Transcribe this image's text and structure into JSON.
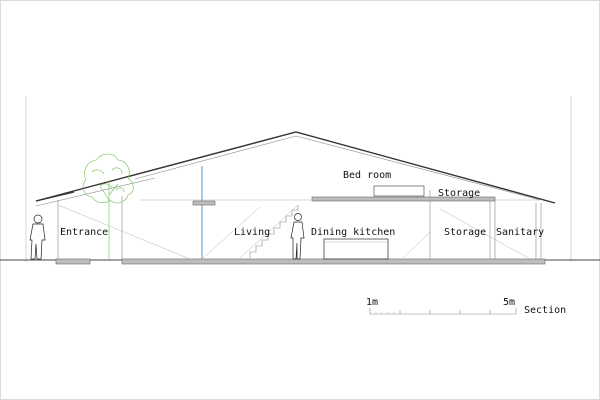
{
  "labels": {
    "entrance": "Entrance",
    "living": "Living",
    "bed_room": "Bed room",
    "storage_upper": "Storage",
    "dining_kitchen": "Dining kitchen",
    "storage_lower": "Storage",
    "sanitary": "Sanitary"
  },
  "scale_bar": {
    "label_start": "1m",
    "label_end": "5m",
    "caption": "Section"
  },
  "colors": {
    "line": "#333333",
    "slab": "#bdbdbd",
    "tree": "#6cbf4e",
    "glass": "#6aa6d8"
  }
}
